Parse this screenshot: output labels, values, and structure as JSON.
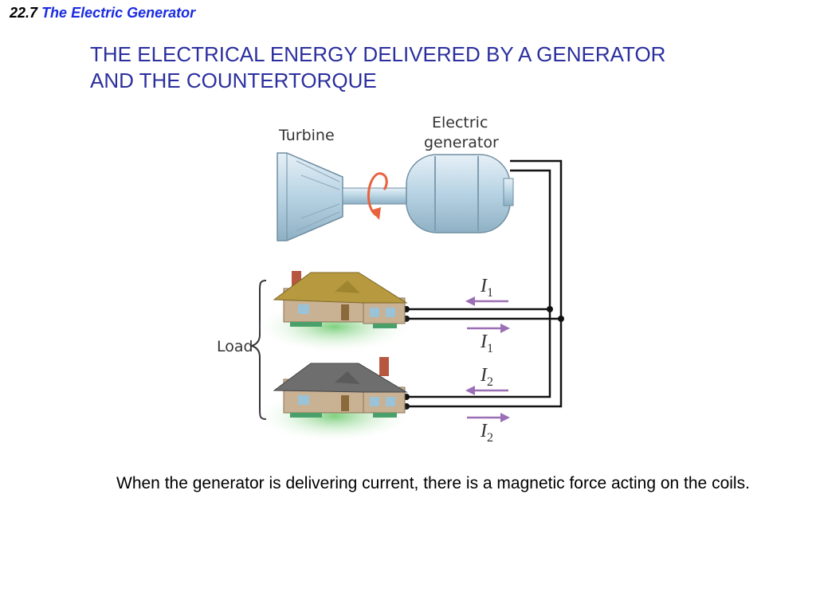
{
  "header": {
    "section_number": "22.7",
    "section_title": "The Electric Generator"
  },
  "title": {
    "line1": "THE ELECTRICAL ENERGY DELIVERED BY A GENERATOR",
    "line2": "AND THE COUNTERTORQUE"
  },
  "diagram": {
    "labels": {
      "turbine": "Turbine",
      "generator_line1": "Electric",
      "generator_line2": "generator",
      "load": "Load"
    },
    "currents": [
      {
        "symbol": "I",
        "sub": "1",
        "direction": "left"
      },
      {
        "symbol": "I",
        "sub": "1",
        "direction": "right"
      },
      {
        "symbol": "I",
        "sub": "2",
        "direction": "left"
      },
      {
        "symbol": "I",
        "sub": "2",
        "direction": "right"
      }
    ],
    "colors": {
      "turbine": "#b7d3e3",
      "generator": "#c4dcea",
      "arrow_current": "#9b6fb5",
      "rotation_arrow": "#e8623e",
      "roof_house1": "#b79a3f",
      "roof_house2": "#6e6e6e",
      "wire": "#111111"
    }
  },
  "caption": "When the generator is delivering current, there is a magnetic force acting on the coils."
}
